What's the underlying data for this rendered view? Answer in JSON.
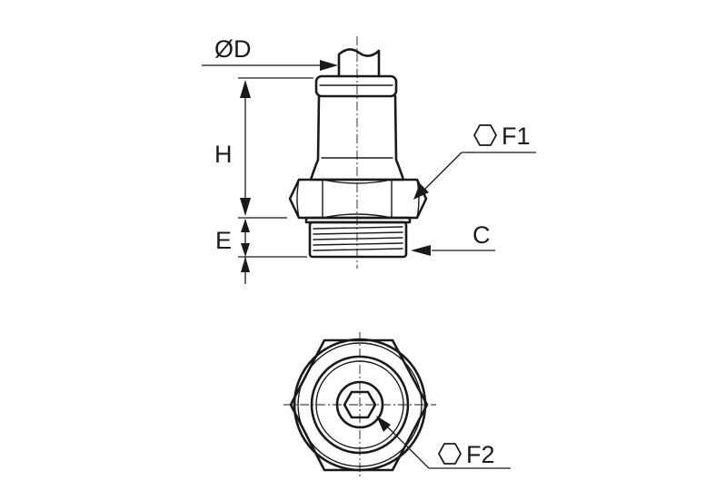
{
  "labels": {
    "od": "ØD",
    "h": "H",
    "e": "E",
    "f1": "F1",
    "c": "C",
    "f2": "F2"
  },
  "icons": {
    "f1": "hexagon-icon",
    "f2": "hexagon-icon"
  },
  "colors": {
    "line": "#1a1a1a",
    "background": "#ffffff"
  }
}
